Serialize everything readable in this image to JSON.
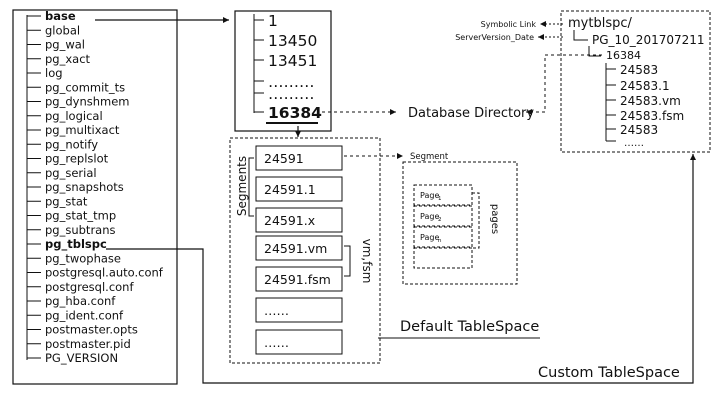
{
  "pgdata": {
    "items": [
      "base",
      "global",
      "pg_wal",
      "pg_xact",
      "log",
      "pg_commit_ts",
      "pg_dynshmem",
      "pg_logical",
      "pg_multixact",
      "pg_notify",
      "pg_replslot",
      "pg_serial",
      "pg_snapshots",
      "pg_stat",
      "pg_stat_tmp",
      "pg_subtrans",
      "pg_tblspc",
      "pg_twophase",
      "postgresql.auto.conf",
      "postgresql.conf",
      "pg_hba.conf",
      "pg_ident.conf",
      "postmaster.opts",
      "postmaster.pid",
      "PG_VERSION"
    ]
  },
  "base_dir": {
    "items": [
      "1",
      "13450",
      "13451",
      "………",
      "………",
      "16384"
    ]
  },
  "database_directory_label": "Database Directory",
  "segments": {
    "title": "Segments",
    "files": [
      "24591",
      "24591.1",
      "24591.x"
    ],
    "vm_fsm_title": "vm,fsm",
    "vm_files": [
      "24591.vm",
      "24591.fsm"
    ],
    "more": [
      "……",
      "……"
    ]
  },
  "segment_label": "Segment",
  "pages": {
    "title": "pages",
    "page_labels": [
      "Page",
      "Page",
      "Page"
    ],
    "subscripts": [
      "1",
      "2",
      "n"
    ]
  },
  "default_tablespace_label": "Default TableSpace",
  "custom_tablespace_label": "Custom TableSpace",
  "tablespace": {
    "symbolic_link_label": "Symbolic Link",
    "server_version_date_label": "ServerVersion_Date",
    "items": [
      "mytblspc/",
      "PG_10_201707211",
      "16384",
      "24583",
      "24583.1",
      "24583.vm",
      "24583.fsm",
      "24583",
      "……"
    ]
  }
}
